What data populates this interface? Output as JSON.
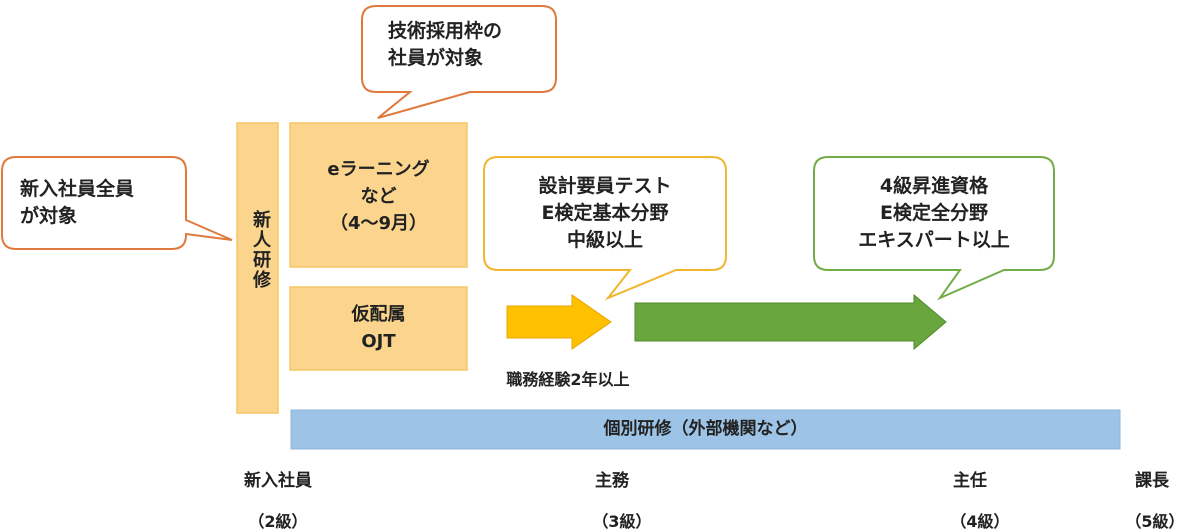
{
  "callouts": {
    "tech_hires": "技術採用枠の\n社員が対象",
    "all_new_hires": "新入社員全員\nが対象",
    "design_test": "設計要員テスト\nE検定基本分野\n中級以上",
    "grade4_qualification": "4級昇進資格\nE検定全分野\nエキスパート以上"
  },
  "boxes": {
    "new_hire_training": "新人研修",
    "elearning": "eラーニング\nなど\n（4～9月）",
    "provisional_ojt": "仮配属\nOJT",
    "individual_training": "個別研修（外部機関など）"
  },
  "arrows": {
    "experience_label": "職務経験2年以上"
  },
  "career_stages": [
    {
      "title": "新入社員",
      "grade": "（2級）"
    },
    {
      "title": "主務",
      "grade": "（3級）"
    },
    {
      "title": "主任",
      "grade": "（4級）"
    },
    {
      "title": "課長",
      "grade": "（5級）"
    }
  ],
  "colors": {
    "orange_outline": "#e07a3c",
    "yellow_outline": "#f2b52f",
    "green_outline": "#70ad47",
    "box_fill": "#fbd58d",
    "box_border": "#f5c766",
    "yellow_arrow": "#ffc000",
    "green_arrow": "#6aa63e",
    "blue_bar": "#9dc3e6"
  }
}
